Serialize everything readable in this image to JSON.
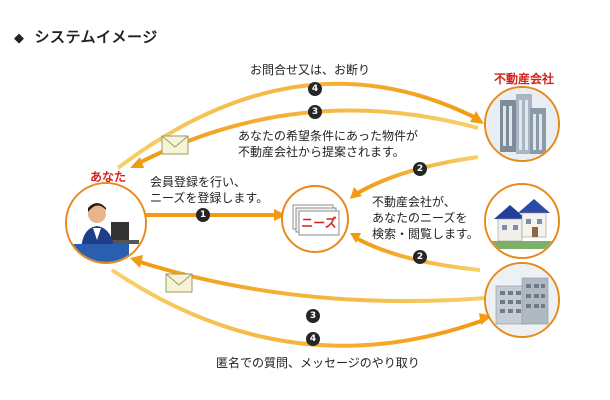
{
  "title": {
    "bullet": "◆",
    "text": "システムイメージ"
  },
  "actors": {
    "you": "あなた",
    "realtor": "不動産会社",
    "needs_box": "ニーズ"
  },
  "labels": {
    "top_exchange": "お問合せ又は、お断り",
    "proposal_line1": "あなたの希望条件にあった物件が",
    "proposal_line2": "不動産会社から提案されます。",
    "register_line1": "会員登録を行い、",
    "register_line2": "ニーズを登録します。",
    "search_line1": "不動産会社が、",
    "search_line2": "あなたのニーズを",
    "search_line3": "検索・閲覧します。",
    "bottom_exchange": "匿名での質問、メッセージのやり取り"
  },
  "steps": {
    "s1": "1",
    "s2a": "2",
    "s2b": "2",
    "s3a": "3",
    "s3b": "3",
    "s4a": "4",
    "s4b": "4"
  },
  "colors": {
    "arrow": "#f4a81f",
    "circle_border": "#e8891b",
    "accent_red": "#d2231d",
    "step_badge": "#262626"
  },
  "icons": {
    "you": "person-at-computer-icon",
    "needs": "needs-document-icon",
    "building": "office-building-icon",
    "houses": "houses-icon",
    "apartment": "apartment-building-icon",
    "mail": "envelope-icon"
  }
}
